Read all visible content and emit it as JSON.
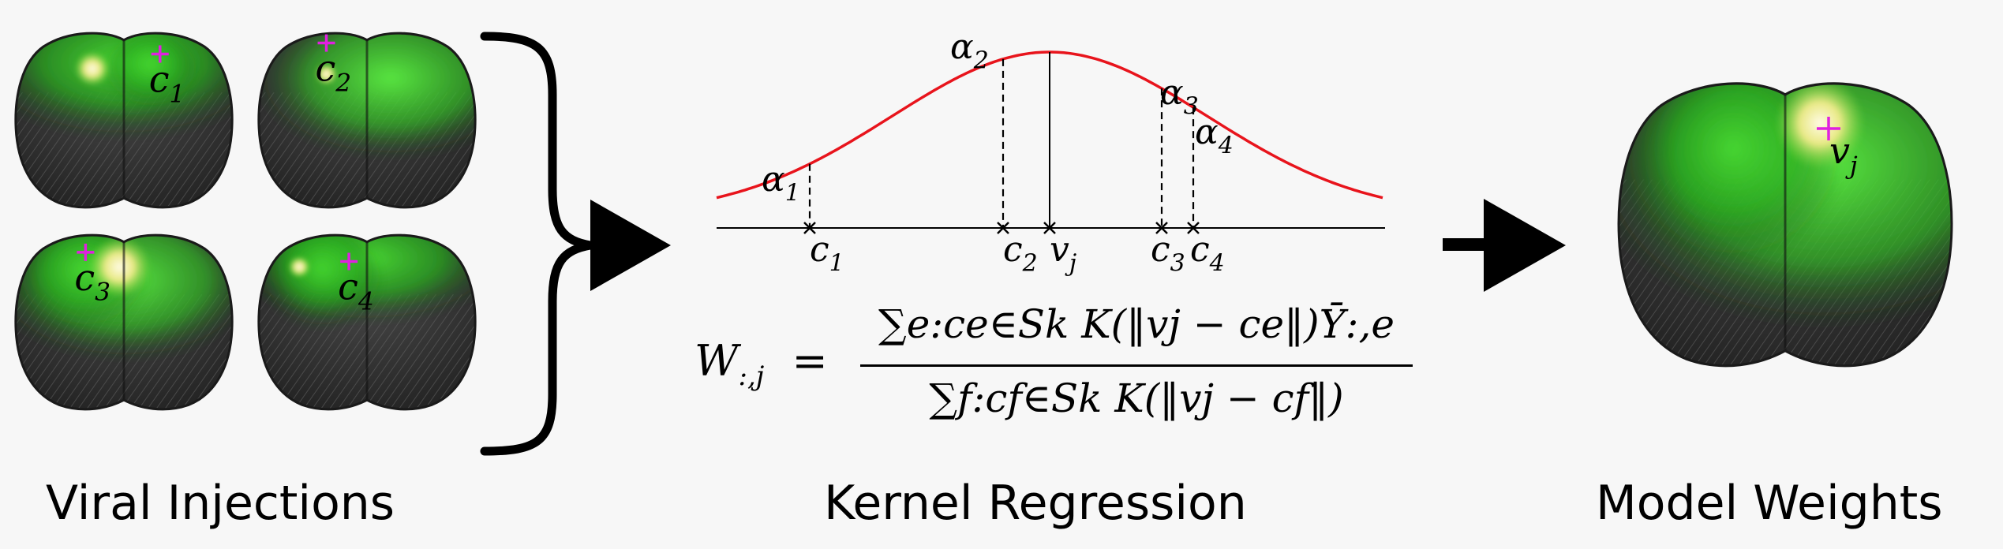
{
  "labels": {
    "viral_injections": "Viral Injections",
    "kernel_regression": "Kernel Regression",
    "model_weights": "Model Weights"
  },
  "injections": [
    {
      "label": "c",
      "sub": "1"
    },
    {
      "label": "c",
      "sub": "2"
    },
    {
      "label": "c",
      "sub": "3"
    },
    {
      "label": "c",
      "sub": "4"
    }
  ],
  "kernel": {
    "alphas": [
      {
        "label": "α",
        "sub": "1"
      },
      {
        "label": "α",
        "sub": "2"
      },
      {
        "label": "α",
        "sub": "3"
      },
      {
        "label": "α",
        "sub": "4"
      }
    ],
    "axis_points": [
      {
        "label": "c",
        "sub": "1"
      },
      {
        "label": "c",
        "sub": "2"
      },
      {
        "label": "v",
        "sub": "j"
      },
      {
        "label": "c",
        "sub": "3"
      },
      {
        "label": "c",
        "sub": "4"
      }
    ],
    "curve_color": "#e8141c"
  },
  "formula": {
    "lhs": "W",
    "lhs_sub": ":,j",
    "eq": "=",
    "numerator": "∑e:ce∈Sk K(‖vj − ce‖)Ȳ:,e",
    "denominator": "∑f:cf∈Sk K(‖vj − cf‖)"
  },
  "model_weights": {
    "label": "v",
    "sub": "j"
  },
  "colors": {
    "marker": "#e020e0",
    "green": "#3ccf2a",
    "yellow": "#f4f0a0",
    "brain_dark": "#2a2a2a"
  }
}
